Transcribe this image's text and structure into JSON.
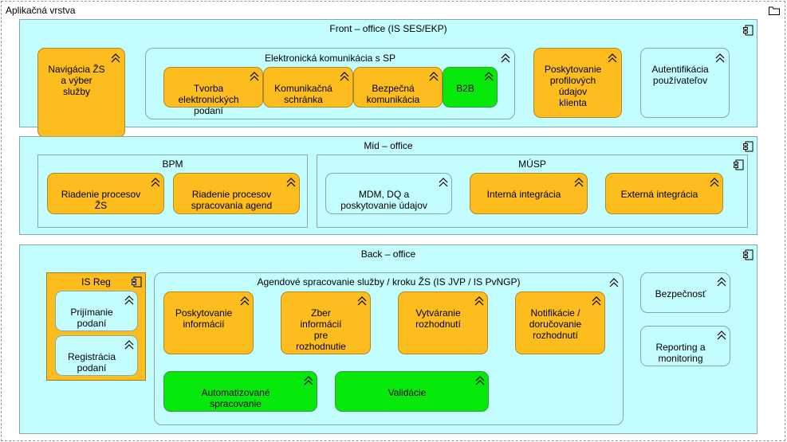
{
  "title": "Aplikačná vrstva",
  "front": {
    "title": "Front – office (IS SES/EKP)",
    "navigacia": "Navigácia ŽS\na výber\nslužby",
    "ekom_title": "Elektronická komunikácia s SP",
    "tvorba": "Tvorba\nelektronických\npodaní",
    "schranka": "Komunikačná\nschránka",
    "bezpecna": "Bezpečná\nkomunikácia",
    "b2b": "B2B",
    "profil": "Poskytovanie\nprofilových\núdajov\nklienta",
    "auth": "Autentifikácia\npoužívateľov"
  },
  "mid": {
    "title": "Mid – office",
    "bpm_title": "BPM",
    "riadenie_zs": "Riadenie procesov\nŽS",
    "riadenie_agend": "Riadenie procesov\nspracovania agend",
    "musp_title": "MÚSP",
    "mdm": "MDM, DQ a\nposkytovanie údajov",
    "interna": "Interná integrácia",
    "externa": "Externá integrácia"
  },
  "back": {
    "title": "Back – office",
    "isreg_title": "IS Reg",
    "prijimanie": "Prijímanie\npodaní",
    "registracia": "Registrácia\npodaní",
    "agenda_title": "Agendové spracovanie služby / kroku ŽS (IS JVP / IS PvNGP)",
    "poskytovanie_info": "Poskytovanie\ninformácií",
    "zber": "Zber\ninformácií\npre\nrozhodnutie",
    "vytvaranie": "Vytváranie\nrozhodnutí",
    "notifikacie": "Notifikácie /\ndoručovanie\nrozhodnutí",
    "automatizovane": "Automatizované\nspracovanie",
    "validacie": "Validácie",
    "bezpecnost": "Bezpečnosť",
    "reporting": "Reporting a\nmonitoring"
  }
}
